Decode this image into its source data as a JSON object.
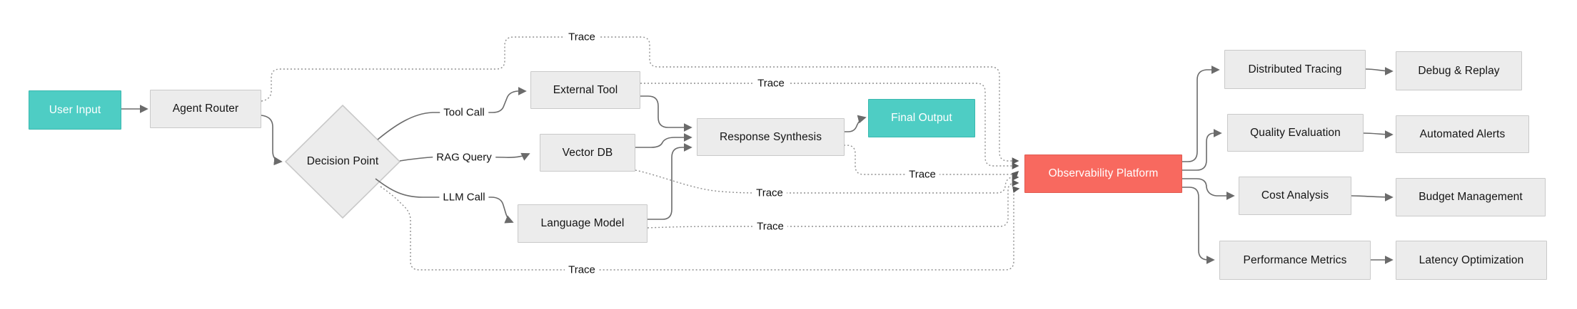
{
  "diagram": {
    "nodes": {
      "user_input": {
        "label": "User Input"
      },
      "agent_router": {
        "label": "Agent Router"
      },
      "decision_point": {
        "label": "Decision Point"
      },
      "external_tool": {
        "label": "External Tool"
      },
      "vector_db": {
        "label": "Vector DB"
      },
      "language_model": {
        "label": "Language Model"
      },
      "response_synthesis": {
        "label": "Response Synthesis"
      },
      "final_output": {
        "label": "Final Output"
      },
      "observability_platform": {
        "label": "Observability Platform"
      },
      "distributed_tracing": {
        "label": "Distributed Tracing"
      },
      "debug_replay": {
        "label": "Debug & Replay"
      },
      "quality_evaluation": {
        "label": "Quality Evaluation"
      },
      "automated_alerts": {
        "label": "Automated Alerts"
      },
      "cost_analysis": {
        "label": "Cost Analysis"
      },
      "budget_management": {
        "label": "Budget Management"
      },
      "performance_metrics": {
        "label": "Performance Metrics"
      },
      "latency_optimization": {
        "label": "Latency Optimization"
      }
    },
    "edge_labels": {
      "tool_call": "Tool Call",
      "rag_query": "RAG Query",
      "llm_call": "LLM Call",
      "trace": "Trace"
    },
    "colors": {
      "accent_teal": "#4ecdc4",
      "accent_red": "#f8695f",
      "node_fill": "#ececec",
      "node_border": "#c9c9c9",
      "solid_edge": "#6b6b6b",
      "trace_edge": "#8f8f8f"
    }
  }
}
